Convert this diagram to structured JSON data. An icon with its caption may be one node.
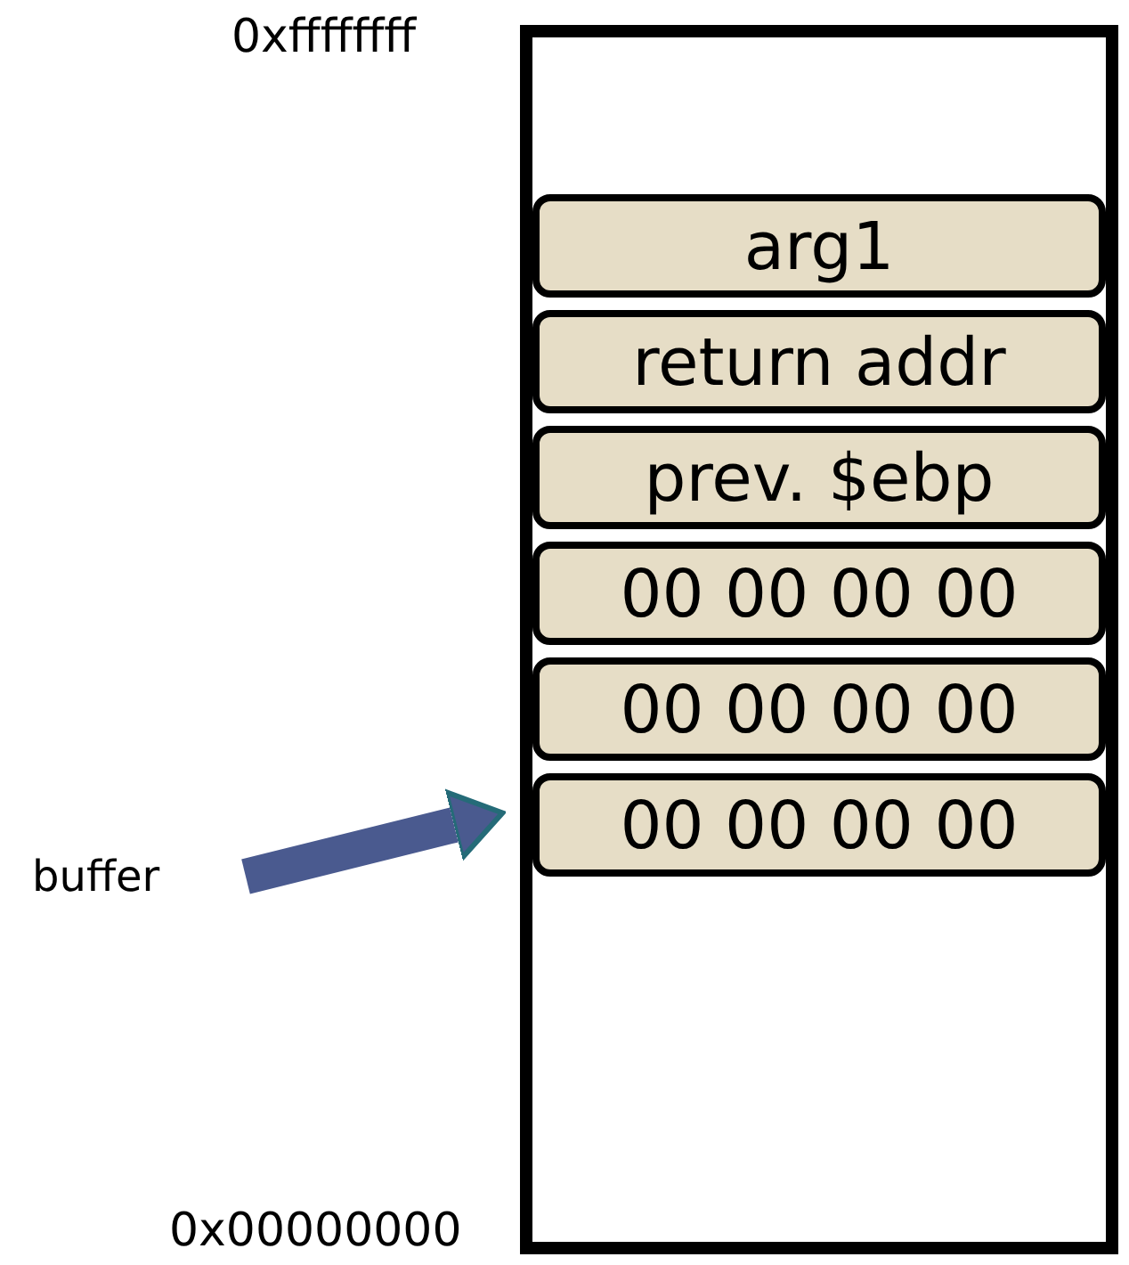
{
  "diagram": {
    "nodes": [
      {
        "text": [],
        "shape": "box"
      },
      {
        "text": [
          "arg1"
        ],
        "in": 0
      },
      {
        "text": [
          "return addr"
        ],
        "in": 0
      },
      {
        "text": [
          "prev. $ebp"
        ],
        "in": 0
      },
      {
        "text": [
          "00 00 00 00"
        ],
        "in": 0
      },
      {
        "text": [
          "00 00 00 00"
        ],
        "in": 0
      },
      {
        "text": [
          "00 00 00 00"
        ],
        "in": 0
      },
      {
        "text": [
          "buffer"
        ]
      }
    ],
    "edges": [
      {
        "from": 7,
        "to": 6,
        "arrow": "to"
      }
    ],
    "labels": [
      "0xffffffff",
      "0x00000000"
    ]
  }
}
